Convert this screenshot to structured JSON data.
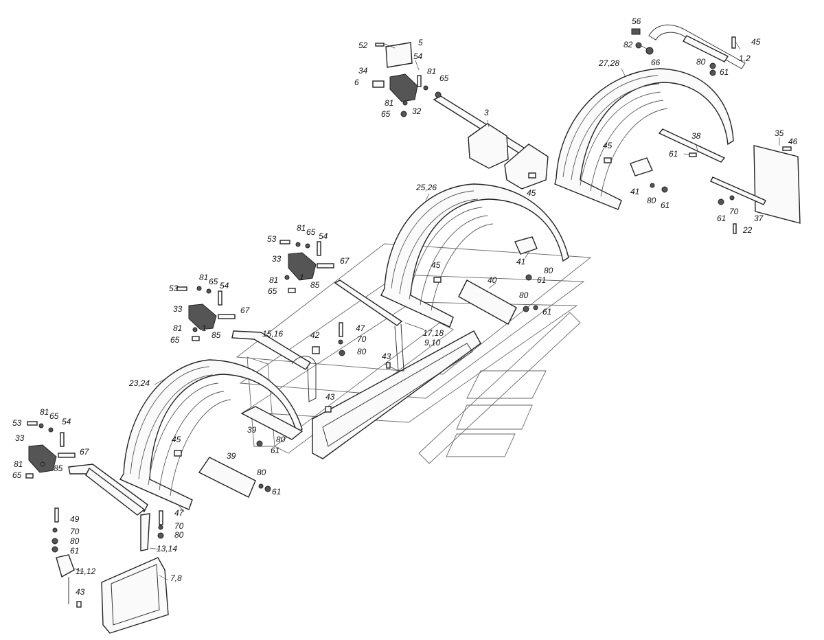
{
  "callouts": {
    "c1": "52",
    "c2": "5",
    "c3": "54",
    "c4": "34",
    "c5": "6",
    "c6": "81",
    "c7": "65",
    "c8": "81",
    "c9": "65",
    "c10": "32",
    "c11": "56",
    "c12": "82",
    "c13": "45",
    "c14": "1,2",
    "c15": "80",
    "c16": "61",
    "c17": "27,28",
    "c18": "66",
    "c19": "3",
    "c20": "35",
    "c21": "38",
    "c22": "46",
    "c23": "61",
    "c24": "45",
    "c25": "45",
    "c26": "41",
    "c27": "80",
    "c28": "61",
    "c29": "70",
    "c30": "61",
    "c31": "37",
    "c32": "22",
    "c33": "25,26",
    "c34": "53",
    "c35": "81",
    "c36": "65",
    "c37": "54",
    "c38": "33",
    "c39": "67",
    "c40": "81",
    "c41": "1",
    "c42": "85",
    "c43": "65",
    "c44": "41",
    "c45": "80",
    "c46": "61",
    "c47": "45",
    "c48": "40",
    "c49": "80",
    "c50": "61",
    "c51": "53",
    "c52": "81",
    "c53": "65",
    "c54": "54",
    "c55": "33",
    "c56": "67",
    "c57": "81",
    "c58": "1",
    "c59": "65",
    "c60": "85",
    "c61": "15,16",
    "c62": "42",
    "c63": "47",
    "c64": "70",
    "c65": "80",
    "c66": "17,18",
    "c67": "9,10",
    "c68": "43",
    "c69": "23,24",
    "c70": "43",
    "c71": "53",
    "c72": "81",
    "c73": "65",
    "c74": "54",
    "c75": "33",
    "c76": "67",
    "c77": "81",
    "c78": "85",
    "c79": "65",
    "c80": "45",
    "c81": "39",
    "c82": "80",
    "c83": "61",
    "c84": "39",
    "c85": "80",
    "c86": "61",
    "c87": "49",
    "c88": "70",
    "c89": "80",
    "c90": "61",
    "c91": "47",
    "c92": "70",
    "c93": "80",
    "c94": "13,14",
    "c95": "11,12",
    "c96": "7,8",
    "c97": "43"
  }
}
